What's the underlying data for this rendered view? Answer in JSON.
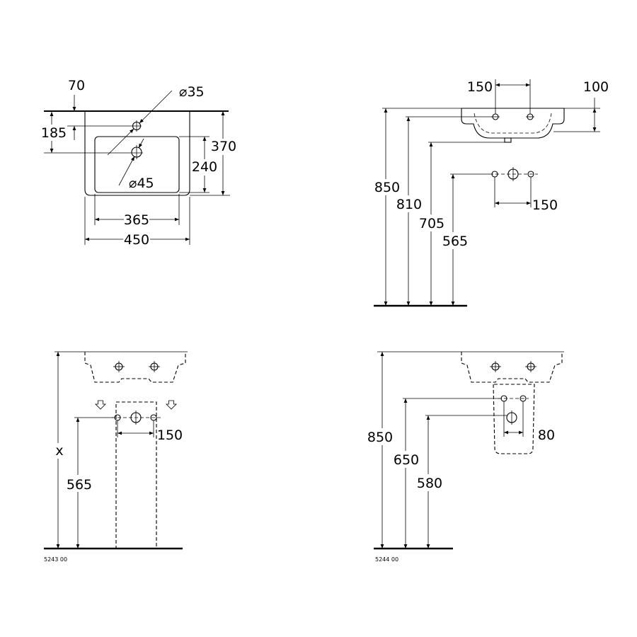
{
  "top_view": {
    "tap_hole_distance": "70",
    "tap_hole_diameter": "⌀35",
    "waste_distance": "185",
    "overall_depth": "370",
    "bowl_depth": "240",
    "waste_diameter": "⌀45",
    "bowl_width": "365",
    "overall_width": "450"
  },
  "side_view": {
    "tap_hole_spacing": "150",
    "rim_height_offset": "100",
    "rim_height": "850",
    "tap_hole_height": "810",
    "waste_outlet_height": "705",
    "supply_height": "565",
    "supply_spacing": "150"
  },
  "pedestal_view": {
    "rim_height": "x",
    "supply_height": "565",
    "supply_spacing": "150",
    "article_code": "5243 00"
  },
  "half_pedestal_view": {
    "rim_height": "850",
    "supply_height": "650",
    "waste_height": "580",
    "supply_spacing": "80",
    "article_code": "5244 00"
  }
}
